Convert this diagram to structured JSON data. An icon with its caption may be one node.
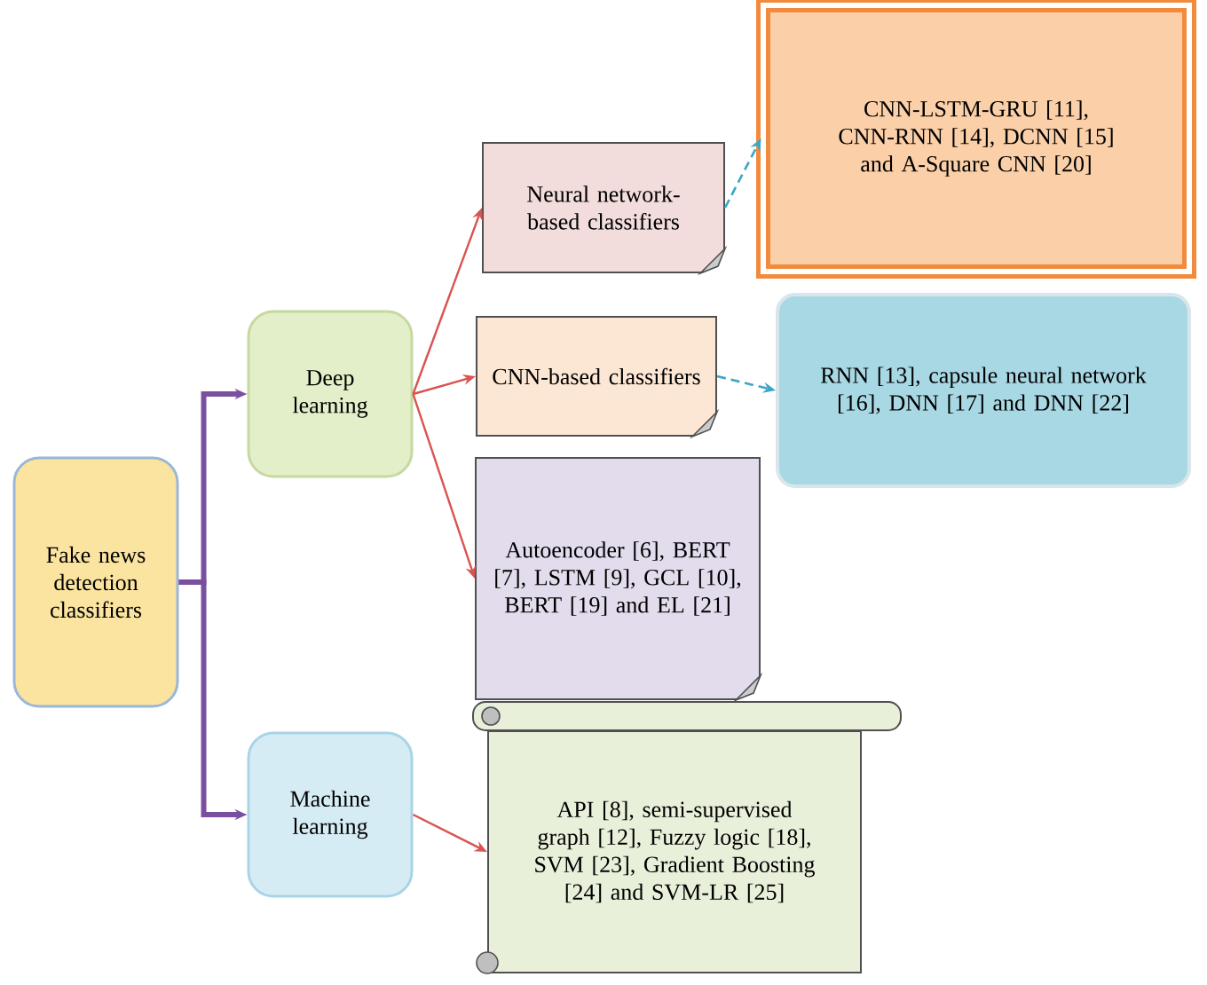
{
  "diagram": {
    "nodes": [
      {
        "text": [
          "Fake news detection classifiers"
        ]
      },
      {
        "text": [
          "Deep learning"
        ]
      },
      {
        "text": [
          "Machine learning"
        ]
      },
      {
        "text": [
          "Neural network-based classifiers"
        ]
      },
      {
        "text": [
          "CNN-based classifiers"
        ]
      },
      {
        "text": [
          "Autoencoder [6], BERT [7], LSTM [9], GCL [10], BERT [19] and EL [21]"
        ]
      },
      {
        "text": [
          "API [8], semi-supervised graph [12], Fuzzy logic [18], SVM [23], Gradient Boosting [24] and SVM-LR [25]"
        ]
      },
      {
        "text": [
          "CNN-LSTM-GRU [11], CNN-RNN [14], DCNN [15] and A-Square CNN [20]"
        ]
      },
      {
        "text": [
          "RNN [13], capsule neural network [16], DNN [17] and DNN [22]"
        ]
      }
    ],
    "edges": [
      {
        "from": 0,
        "to": 1,
        "arrow": "to",
        "style": "thick",
        "color": "#7b4fa0"
      },
      {
        "from": 0,
        "to": 2,
        "arrow": "to",
        "style": "thick",
        "color": "#7b4fa0"
      },
      {
        "from": 1,
        "to": 3,
        "arrow": "to"
      },
      {
        "from": 1,
        "to": 4,
        "arrow": "to"
      },
      {
        "from": 1,
        "to": 5,
        "arrow": "to"
      },
      {
        "from": 2,
        "to": 6,
        "arrow": "to"
      },
      {
        "from": 3,
        "to": 7,
        "arrow": "to",
        "style": "dashed",
        "color": "#3aa6c8"
      },
      {
        "from": 4,
        "to": 8,
        "arrow": "to",
        "style": "dashed",
        "color": "#3aa6c8"
      }
    ]
  }
}
